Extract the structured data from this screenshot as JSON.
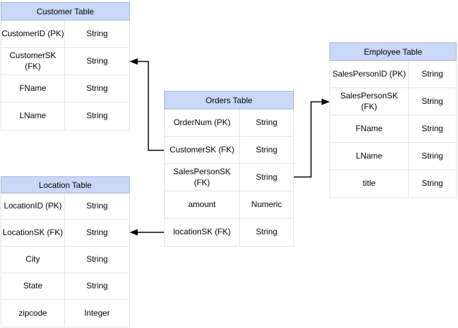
{
  "tables": {
    "customer": {
      "title": "Customer Table",
      "rows": [
        {
          "field": "CustomerID (PK)",
          "type": "String"
        },
        {
          "field": "CustomerSK\n(FK)",
          "type": "String"
        },
        {
          "field": "FName",
          "type": "String"
        },
        {
          "field": "LName",
          "type": "String"
        }
      ]
    },
    "orders": {
      "title": "Orders Table",
      "rows": [
        {
          "field": "OrderNum (PK)",
          "type": "String"
        },
        {
          "field": "CustomerSK (FK)",
          "type": "String"
        },
        {
          "field": "SalesPersonSK\n(FK)",
          "type": "String"
        },
        {
          "field": "amount",
          "type": "Numeric"
        },
        {
          "field": "locationSK (FK)",
          "type": "String"
        }
      ]
    },
    "employee": {
      "title": "Employee Table",
      "rows": [
        {
          "field": "SalesPersonID (PK)",
          "type": "String"
        },
        {
          "field": "SalesPersonSK\n(FK)",
          "type": "String"
        },
        {
          "field": "FName",
          "type": "String"
        },
        {
          "field": "LName",
          "type": "String"
        },
        {
          "field": "title",
          "type": "String"
        }
      ]
    },
    "location": {
      "title": "Location Table",
      "rows": [
        {
          "field": "LocationID (PK)",
          "type": "String"
        },
        {
          "field": "LocationSK (FK)",
          "type": "String"
        },
        {
          "field": "City",
          "type": "String"
        },
        {
          "field": "State",
          "type": "String"
        },
        {
          "field": "zipcode",
          "type": "Integer"
        }
      ]
    }
  },
  "relationships": [
    {
      "from": "Orders Table.CustomerSK (FK)",
      "to": "Customer Table.CustomerSK (FK)"
    },
    {
      "from": "Orders Table.SalesPersonSK (FK)",
      "to": "Employee Table.SalesPersonSK (FK)"
    },
    {
      "from": "Orders Table.locationSK (FK)",
      "to": "Location Table.LocationSK (FK)"
    }
  ],
  "colors": {
    "header_fill": "#c9d8f6",
    "header_border": "#a9b5d2",
    "cell_border": "#e3e3e3",
    "connector": "#000000",
    "text": "#000000",
    "background": "#ffffff"
  }
}
